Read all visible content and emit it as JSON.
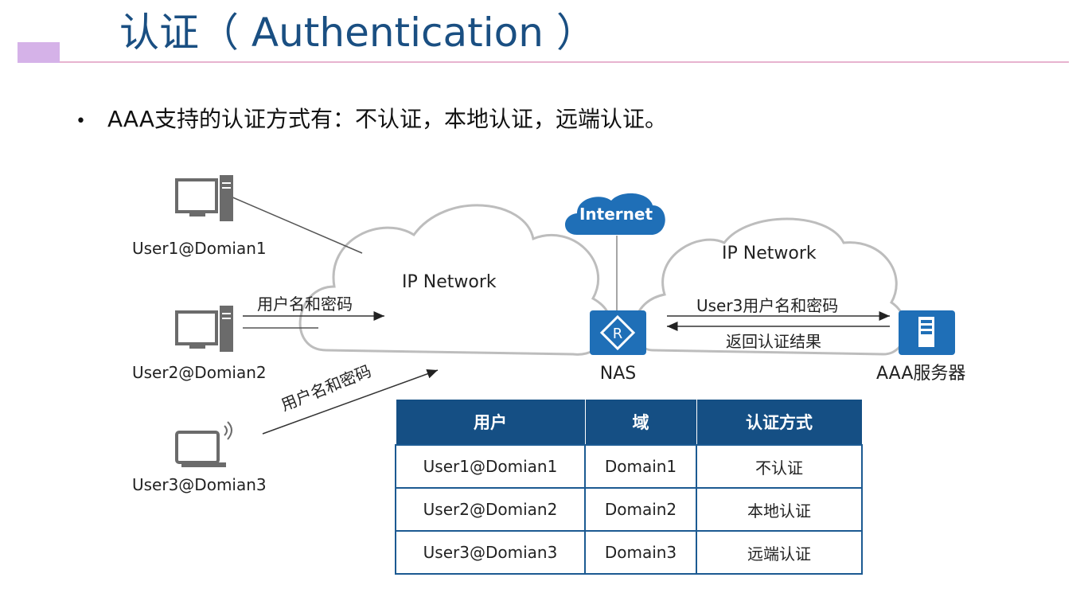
{
  "title": "认证（ Authentication ）",
  "bullet": "AAA支持的认证方式有：不认证，本地认证，远端认证。",
  "diagram": {
    "users": [
      {
        "label": "User1@Domian1"
      },
      {
        "label": "User2@Domian2"
      },
      {
        "label": "User3@Domian3"
      }
    ],
    "left_cloud_label": "IP Network",
    "right_cloud_label": "IP Network",
    "internet_label": "Internet",
    "nas_label": "NAS",
    "server_label": "AAA服务器",
    "arrow_user2": "用户名和密码",
    "arrow_user3": "用户名和密码",
    "arrow_to_server": "User3用户名和密码",
    "arrow_from_server": "返回认证结果",
    "colors": {
      "title": "#1a4f82",
      "device": "#1f6fb7",
      "table_header": "#154f84"
    }
  },
  "table": {
    "headers": [
      "用户",
      "域",
      "认证方式"
    ],
    "rows": [
      [
        "User1@Domian1",
        "Domain1",
        "不认证"
      ],
      [
        "User2@Domian2",
        "Domain2",
        "本地认证"
      ],
      [
        "User3@Domian3",
        "Domain3",
        "远端认证"
      ]
    ]
  }
}
